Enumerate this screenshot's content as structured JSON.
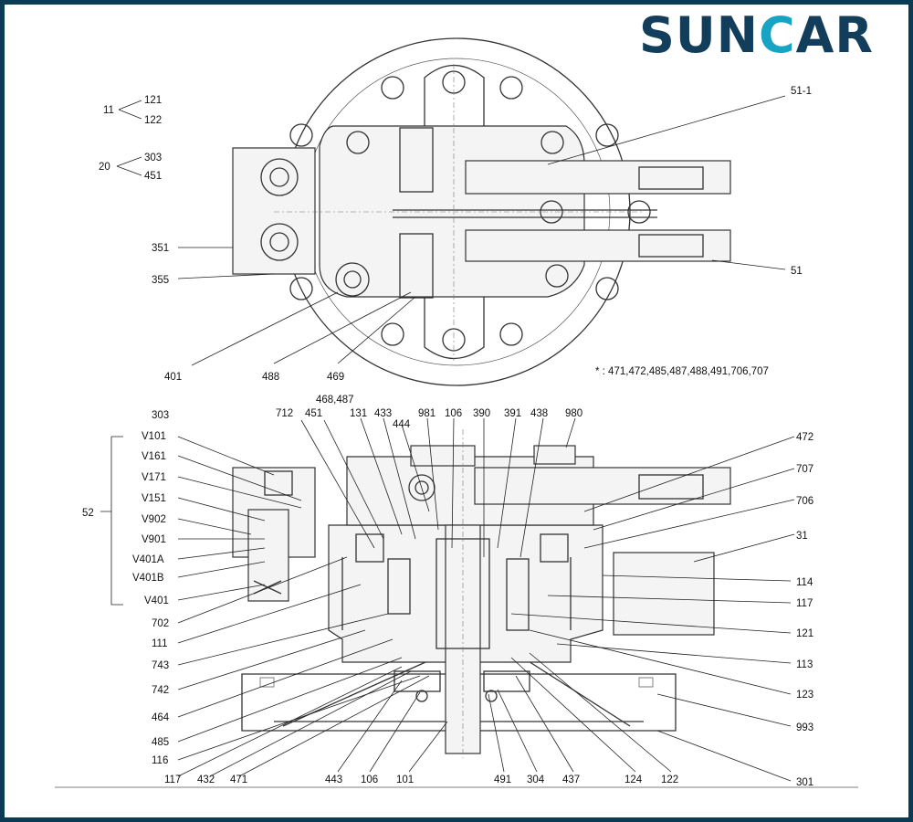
{
  "logo": {
    "text_a": "SUN",
    "text_b": "C",
    "text_c": "AR",
    "accent_color": "#16a3c4",
    "brand_color": "#123e5c"
  },
  "note": "* : 471,472,485,487,488,491,706,707",
  "top_labels": {
    "l11": "11",
    "l121": "121",
    "l122": "122",
    "l20": "20",
    "l303": "303",
    "l451": "451",
    "l351": "351",
    "l355": "355",
    "l401": "401",
    "l488": "488",
    "l469": "469",
    "l51_1": "51-1",
    "l51": "51"
  },
  "bottom_labels": {
    "l52": "52",
    "left": [
      "303",
      "V101",
      "V161",
      "V171",
      "V151",
      "V902",
      "V901",
      "V401A",
      "V401B",
      "V401",
      "702",
      "111",
      "743",
      "742",
      "464",
      "485",
      "116"
    ],
    "top": [
      "468,487",
      "712",
      "451",
      "131",
      "433",
      "444",
      "981",
      "106",
      "390",
      "391",
      "438",
      "980"
    ],
    "right": [
      "472",
      "707",
      "706",
      "31",
      "114",
      "117",
      "121",
      "113",
      "123",
      "993",
      "301"
    ],
    "bottom": [
      "117",
      "432",
      "471",
      "443",
      "106",
      "101",
      "491",
      "304",
      "437",
      "124",
      "122"
    ]
  }
}
